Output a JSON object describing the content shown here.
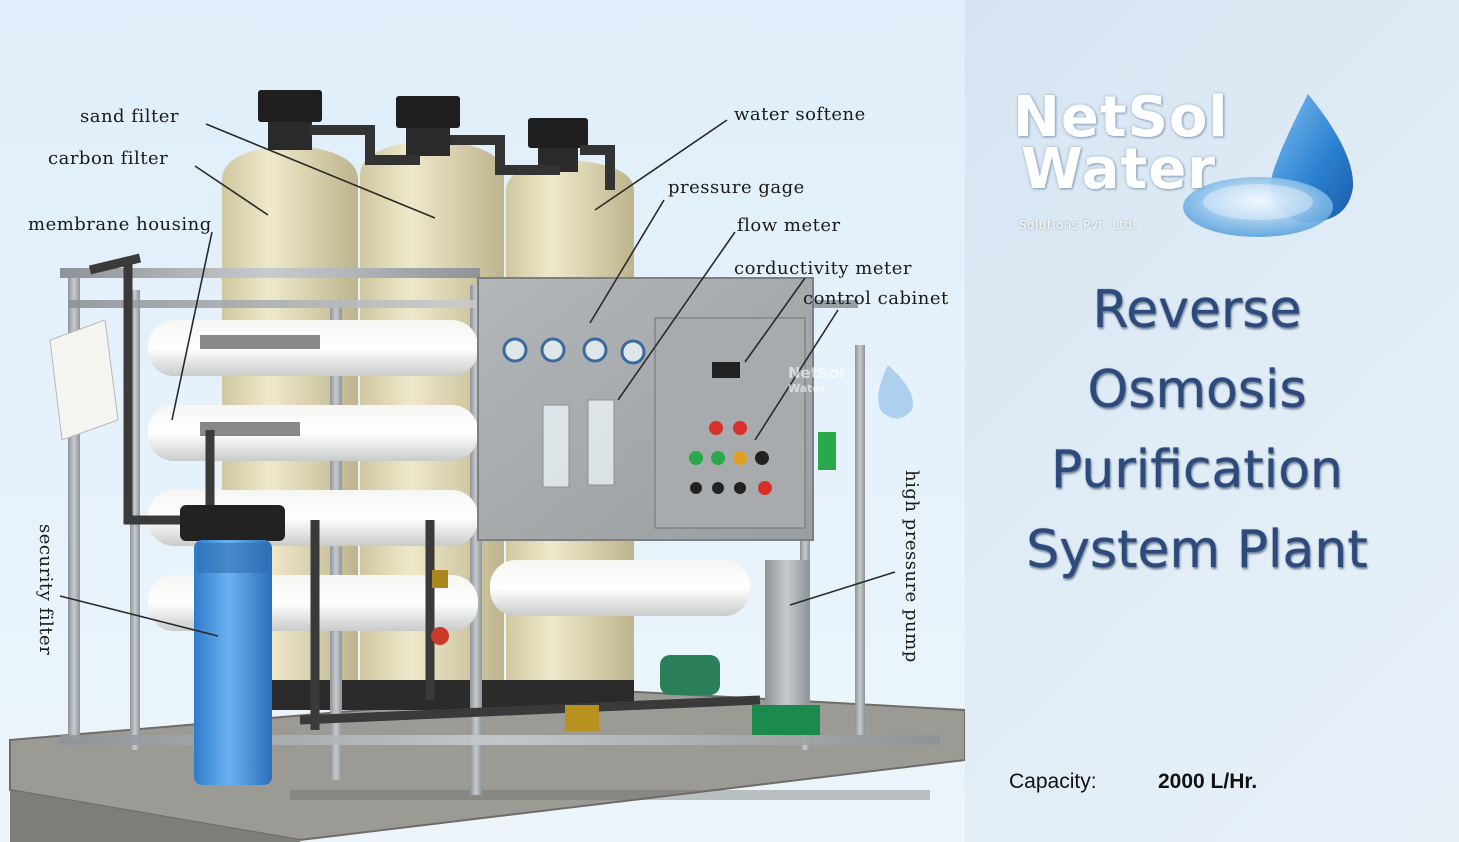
{
  "labels": {
    "sand_filter": "sand filter",
    "carbon_filter": "carbon filter",
    "membrane_housing": "membrane housing",
    "water_softener": "water softene",
    "pressure_gage": "pressure gage",
    "flow_meter": "flow meter",
    "conductivity_meter": "corductivity meter",
    "control_cabinet": "control cabinet",
    "high_pressure_pump": "high pressure pump",
    "security_filter": "security filter"
  },
  "logo": {
    "name_line1": "NetSol",
    "name_line2": "Water",
    "tagline": "Solutions Pvt. Ltd.",
    "watermark_line1": "NetSol",
    "watermark_line2": "Water"
  },
  "title": {
    "line1": "Reverse",
    "line2": "Osmosis",
    "line3": "Purification",
    "line4": "System Plant"
  },
  "capacity": {
    "label": "Capacity:",
    "value": "2000 L/Hr."
  },
  "colors": {
    "title": "#2c4a7c",
    "drop": "#2a7fd0",
    "tank": "#e4dcb8",
    "steel": "#a9adb1",
    "security_filter": "#3d8fe0"
  }
}
